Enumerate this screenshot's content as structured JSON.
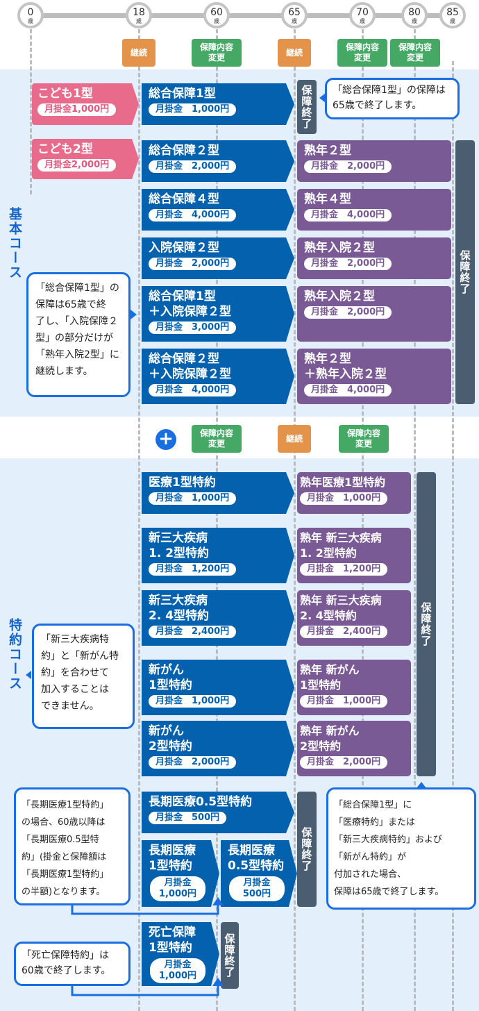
{
  "timeline": {
    "ages": [
      "0",
      "18",
      "60",
      "65",
      "70",
      "80",
      "85"
    ],
    "unit": "歳"
  },
  "milestones_top": [
    {
      "label": "継続",
      "kind": "continue"
    },
    {
      "label": "保障内容\n変更",
      "kind": "change"
    },
    {
      "label": "継続",
      "kind": "continue"
    },
    {
      "label": "保障内容\n変更",
      "kind": "change"
    },
    {
      "label": "保障内容\n変更",
      "kind": "change"
    }
  ],
  "milestones_mid": [
    {
      "label": "保障内容\n変更",
      "kind": "change"
    },
    {
      "label": "継続",
      "kind": "continue"
    },
    {
      "label": "保障内容\n変更",
      "kind": "change"
    }
  ],
  "sections": {
    "basic": "基本コース",
    "rider": "特約コース"
  },
  "boxes": [
    {
      "id": "kid1",
      "style": "pink",
      "title": "こども1型",
      "fee": "月掛金1,000円"
    },
    {
      "id": "kid2",
      "style": "pink",
      "title": "こども2型",
      "fee": "月掛金2,000円"
    },
    {
      "id": "s1",
      "style": "blue",
      "title": "総合保障1型",
      "fee": "月掛金　1,000円"
    },
    {
      "id": "s2",
      "style": "blue",
      "title": "総合保障２型",
      "fee": "月掛金　2,000円"
    },
    {
      "id": "s3",
      "style": "blue",
      "title": "総合保障４型",
      "fee": "月掛金　4,000円"
    },
    {
      "id": "s4",
      "style": "blue",
      "title": "入院保障２型",
      "fee": "月掛金　2,000円"
    },
    {
      "id": "s5",
      "style": "blue",
      "title": "総合保障1型\n＋入院保障２型",
      "fee": "月掛金　3,000円"
    },
    {
      "id": "s6",
      "style": "blue",
      "title": "総合保障２型\n＋入院保障２型",
      "fee": "月掛金　4,000円"
    },
    {
      "id": "p2",
      "style": "purple",
      "title": "熟年２型",
      "fee": "月掛金　2,000円"
    },
    {
      "id": "p3",
      "style": "purple",
      "title": "熟年４型",
      "fee": "月掛金　4,000円"
    },
    {
      "id": "p4",
      "style": "purple",
      "title": "熟年入院２型",
      "fee": "月掛金　2,000円"
    },
    {
      "id": "p5",
      "style": "purple",
      "title": "熟年入院２型",
      "fee": "月掛金　2,000円"
    },
    {
      "id": "p6",
      "style": "purple",
      "title": "熟年２型\n＋熟年入院２型",
      "fee": "月掛金　4,000円"
    },
    {
      "id": "r1",
      "style": "blue",
      "title": "医療1型特約",
      "fee": "月掛金　1,000円"
    },
    {
      "id": "r2",
      "style": "blue",
      "title": "新三大疾病\n1. 2型特約",
      "fee": "月掛金　1,200円"
    },
    {
      "id": "r3",
      "style": "blue",
      "title": "新三大疾病\n2. 4型特約",
      "fee": "月掛金　2,400円"
    },
    {
      "id": "r4",
      "style": "blue",
      "title": "新がん\n1型特約",
      "fee": "月掛金　1,000円"
    },
    {
      "id": "r5",
      "style": "blue",
      "title": "新がん\n2型特約",
      "fee": "月掛金　2,000円"
    },
    {
      "id": "q1",
      "style": "purple",
      "title": "熟年医療1型特約",
      "fee": "月掛金　1,000円"
    },
    {
      "id": "q2",
      "style": "purple",
      "title": "熟年 新三大疾病\n1. 2型特約",
      "fee": "月掛金　1,200円"
    },
    {
      "id": "q3",
      "style": "purple",
      "title": "熟年 新三大疾病\n2. 4型特約",
      "fee": "月掛金　2,400円"
    },
    {
      "id": "q4",
      "style": "purple",
      "title": "熟年 新がん\n1型特約",
      "fee": "月掛金　1,000円"
    },
    {
      "id": "q5",
      "style": "purple",
      "title": "熟年 新がん\n2型特約",
      "fee": "月掛金　2,000円"
    },
    {
      "id": "l1",
      "style": "blue",
      "title": "長期医療0.5型特約",
      "fee": "月掛金　500円"
    },
    {
      "id": "l2",
      "style": "blue stack",
      "title": "長期医療\n1型特約",
      "fee": "月掛金\n1,000円"
    },
    {
      "id": "l3",
      "style": "blue stack",
      "title": "長期医療\n0.5型特約",
      "fee": "月掛金\n500円"
    },
    {
      "id": "d1",
      "style": "blue stack",
      "title": "死亡保障\n1型特約",
      "fee": "月掛金\n1,000円"
    }
  ],
  "end_tags": [
    "保障終了",
    "保障終了",
    "保障終了",
    "保障終了",
    "保障終了"
  ],
  "callouts": [
    "「総合保障1型」の保障は\n65歳で終了します。",
    "「総合保障1型」の\n保障は65歳で終\n了し、「入院保障２\n型」の部分だけが\n「熟年入院2型」に\n継続します。",
    "「新三大疾病特\n約」と「新がん特\n約」を合わせて\n加入することは\nできません。",
    "「長期医療1型特約」\nの場合、60歳以降は\n「長期医療0.5型特\n約」(掛金と保障額は\n「長期医療1型特約」\nの半額)となります。",
    "「総合保障1型」に\n「医療特約」または\n「新三大疾病特約」および\n「新がん特約」が\n付加された場合、\n保障は65歳で終了します。",
    "「死亡保障特約」は\n60歳で終了します。"
  ],
  "colors": {
    "pink": "#e96b8c",
    "blue": "#0461ae",
    "purple": "#7a5a94",
    "end": "#4b5d70",
    "continue": "#e4934a",
    "change": "#45a865",
    "callout": "#1a6fe0"
  }
}
